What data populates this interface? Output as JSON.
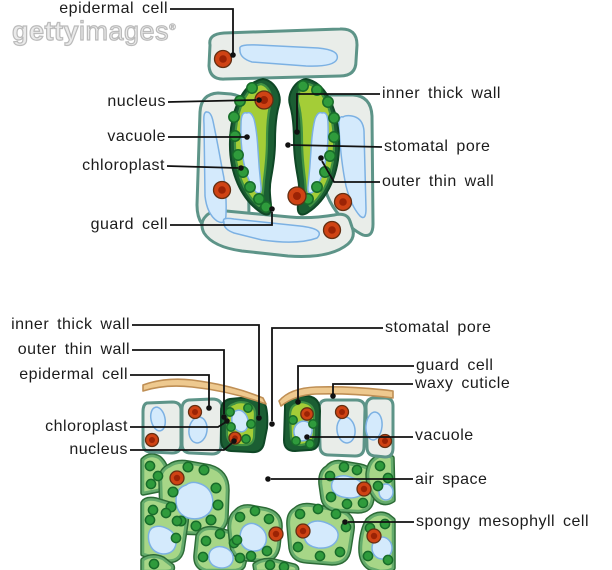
{
  "watermark": {
    "brand_bold": "getty",
    "brand_light": "images",
    "registered_mark": "®"
  },
  "palette": {
    "background": "#ffffff",
    "label_color": "#1c1c1c",
    "leader_color": "#111111",
    "epidermal_fill": "#e9ede9",
    "epidermal_stroke": "#5d9488",
    "vacuole_fill": "#d4eafc",
    "vacuole_stroke": "#7cb1e3",
    "guard_fill": "#a4cd37",
    "guard_outline": "#3f9143",
    "wall_dark": "#1b5e33",
    "wall_edge": "#0f4726",
    "chloroplast_fill": "#2f9b3c",
    "chloroplast_stroke": "#186c2a",
    "nucleus_fill": "#cf4314",
    "nucleus_core": "#9b2305",
    "nucleus_stroke": "#642f12",
    "mesophyll_fill": "#a7d687",
    "mesophyll_edge": "#2c6b36",
    "mesophyll_stroke": "#64ab6c",
    "cuticle_fill": "#eec98f",
    "cuticle_stroke": "#bf8f55",
    "pore_fill": "#ffffff"
  },
  "top_view": {
    "labels": {
      "epidermal_cell": "epidermal cell",
      "nucleus": "nucleus",
      "vacuole": "vacuole",
      "chloroplast": "chloroplast",
      "guard_cell": "guard cell",
      "inner_thick_wall": "inner thick wall",
      "stomatal_pore": "stomatal pore",
      "outer_thin_wall": "outer thin wall"
    }
  },
  "bottom_view": {
    "labels": {
      "inner_thick_wall": "inner thick wall",
      "outer_thin_wall": "outer thin wall",
      "epidermal_cell": "epidermal cell",
      "chloroplast": "chloroplast",
      "nucleus": "nucleus",
      "stomatal_pore": "stomatal pore",
      "guard_cell": "guard cell",
      "waxy_cuticle": "waxy cuticle",
      "vacuole": "vacuole",
      "air_space": "air space",
      "spongy_mesophyll_cell": "spongy mesophyll cell"
    }
  }
}
